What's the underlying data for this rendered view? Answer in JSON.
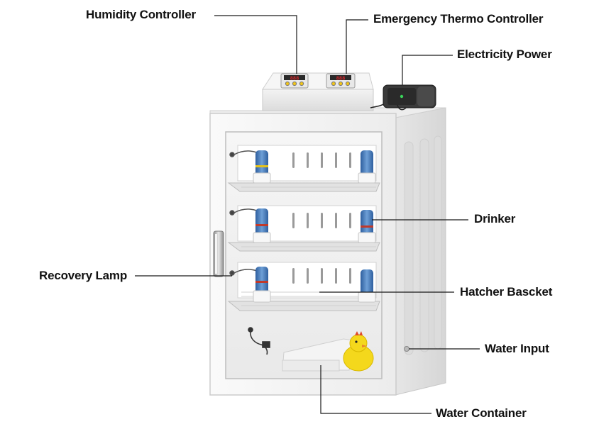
{
  "labels": {
    "humidity_controller": "Humidity Controller",
    "emergency_thermo_controller": "Emergency Thermo Controller",
    "electricity_power": "Electricity Power",
    "drinker": "Drinker",
    "recovery_lamp": "Recovery Lamp",
    "hatcher_basket": "Hatcher Bascket",
    "water_input": "Water Input",
    "water_container": "Water Container"
  },
  "controllers": {
    "humidity_display": "888",
    "thermo_display": "888"
  },
  "colors": {
    "cabinet_body": "#f2f2f2",
    "cabinet_side": "#e4e4e4",
    "display_red": "#d8262a",
    "knob_yellow": "#f0c419",
    "drinker_blue": "#3a73b8",
    "chick_yellow": "#f4d81c",
    "leader_line": "#1a1a1a"
  },
  "icons": {
    "power_adapter": "power-adapter-icon",
    "chick": "chick-icon",
    "lamp": "lamp-icon"
  }
}
